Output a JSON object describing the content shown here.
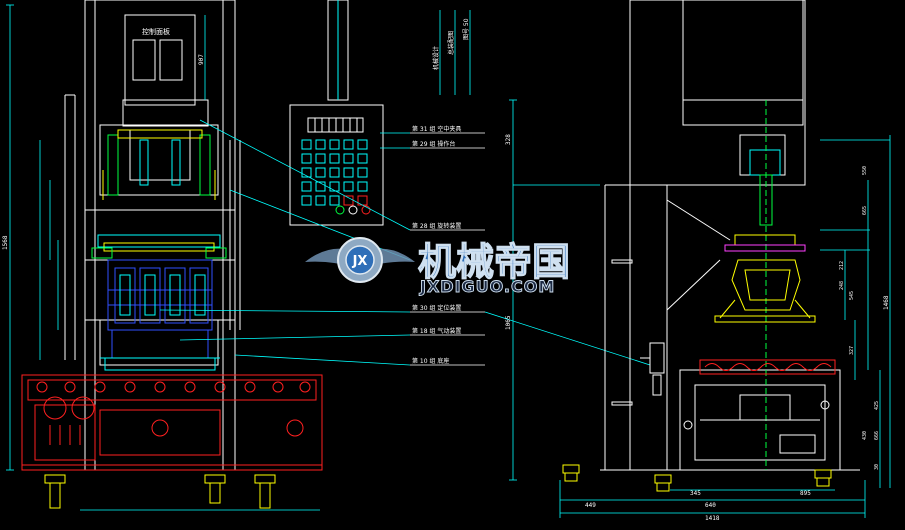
{
  "colors": {
    "background": "#000000",
    "frame": "#ffffff",
    "part": "#00ffff",
    "red": "#ff2020",
    "yellow": "#ffff00",
    "green": "#00ff40",
    "blue": "#3050ff",
    "magenta": "#ff40ff",
    "watermark_blue": "#2f6fb8"
  },
  "watermark": {
    "brand_cn": "机械帝国",
    "brand_en": "JXDIGUO.COM",
    "logo_letters": "JX"
  },
  "control_panel": {
    "title": "控制面板"
  },
  "callouts": [
    {
      "label": "第 31 组  空中夹具"
    },
    {
      "label": "第 29 组  操作台"
    },
    {
      "label": "第 28 组  旋转装置"
    },
    {
      "label": "第 30 组  定位装置"
    },
    {
      "label": "第 18 组  气动装置"
    },
    {
      "label": "第 10 组  底座"
    }
  ],
  "dimensions": {
    "overall_height_left": "1568",
    "upper_section": "907",
    "right_top": "328",
    "right_total": "1468",
    "right_mid": "1065",
    "bottom_width": "1418",
    "left_offset": "449",
    "base_width": "640",
    "inner_width": "345",
    "mid_width": "895",
    "right_dims": [
      "665",
      "550",
      "248",
      "545",
      "212",
      "327",
      "425",
      "666",
      "430",
      "30"
    ]
  },
  "legend_note": {
    "lines": [
      "机械设计",
      "总装配图",
      "图号 50"
    ]
  }
}
